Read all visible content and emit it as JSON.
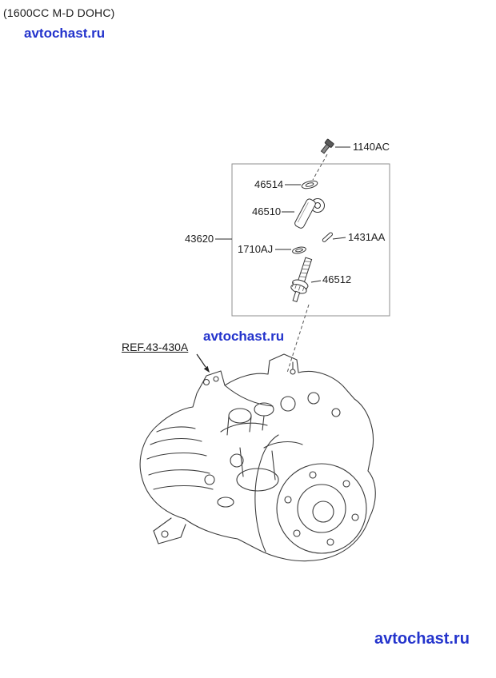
{
  "page": {
    "engine_code": "(1600CC M-D DOHC)"
  },
  "watermarks": {
    "top": "avtochast.ru",
    "middle": "avtochast.ru",
    "bottom": "avtochast.ru"
  },
  "diagram": {
    "ref_label": "REF.43-430A",
    "callouts": [
      {
        "id": "1140AC"
      },
      {
        "id": "46514"
      },
      {
        "id": "46510"
      },
      {
        "id": "1431AA"
      },
      {
        "id": "43620"
      },
      {
        "id": "1710AJ"
      },
      {
        "id": "46512"
      }
    ]
  },
  "colors": {
    "watermark_blue": "#2333cc",
    "diagram_line": "#3c3c3c",
    "label_text": "#1b1b1b"
  }
}
